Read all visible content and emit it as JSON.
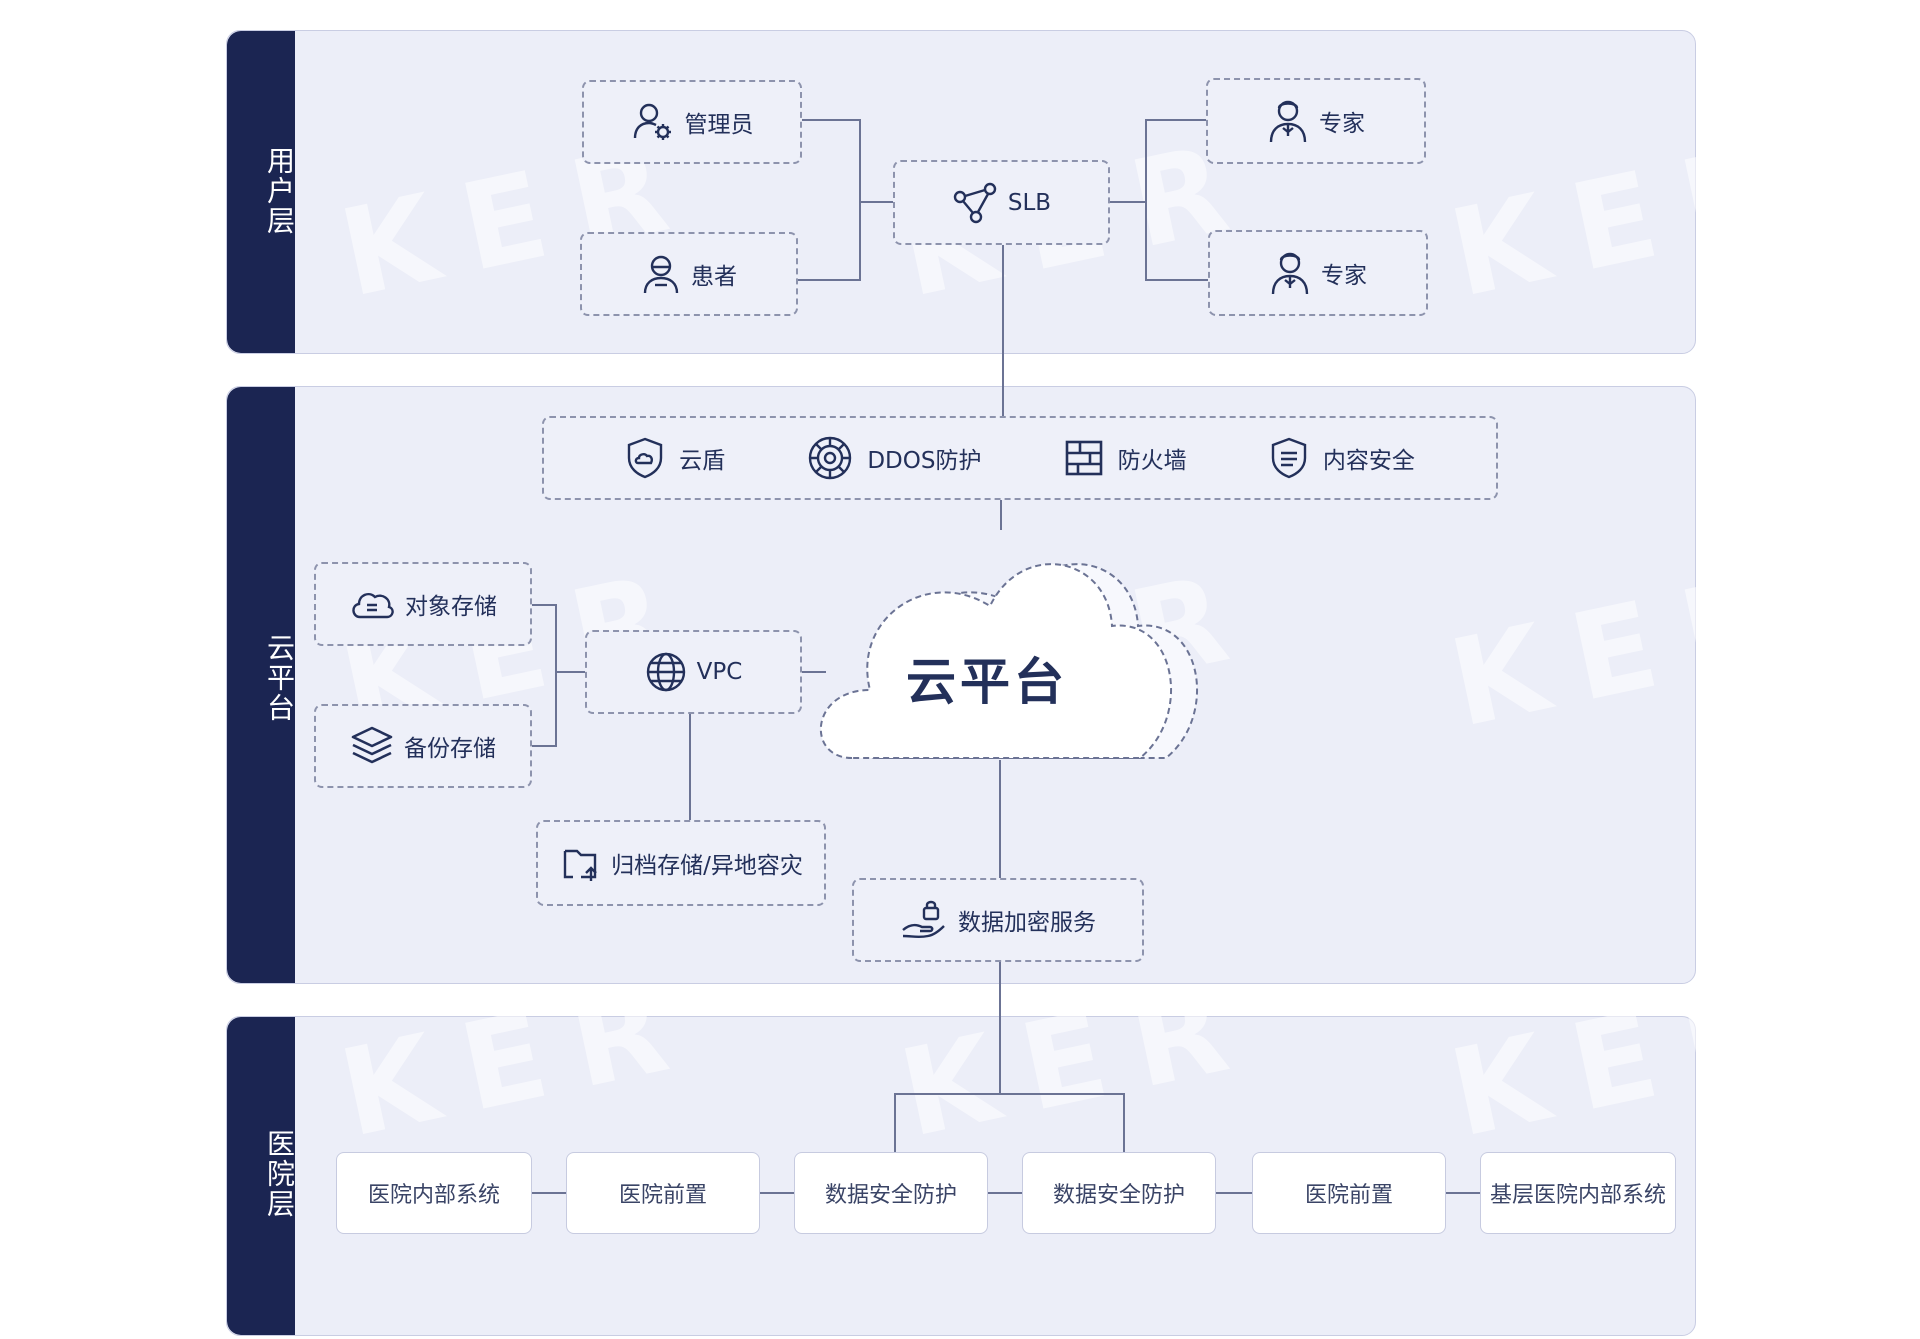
{
  "layers": {
    "user": "用户层",
    "cloud": "云平台",
    "hospital": "医院层"
  },
  "user_nodes": {
    "admin": "管理员",
    "patient": "患者",
    "slb": "SLB",
    "expert1": "专家",
    "expert2": "专家"
  },
  "security": {
    "yundun": "云盾",
    "ddos": "DDOS防护",
    "firewall": "防火墙",
    "content": "内容安全"
  },
  "cloud_nodes": {
    "center": "云平台",
    "object_storage": "对象存储",
    "backup_storage": "备份存储",
    "vpc": "VPC",
    "archive": "归档存储/异地容灾",
    "encryption": "数据加密服务"
  },
  "hospital_nodes": [
    "医院内部系统",
    "医院前置",
    "数据安全防护",
    "数据安全防护",
    "医院前置",
    "基层医院内部系统"
  ],
  "watermark": "KER",
  "colors": {
    "navy": "#1b2552",
    "panel": "#eceef8",
    "line": "#6b7394"
  }
}
